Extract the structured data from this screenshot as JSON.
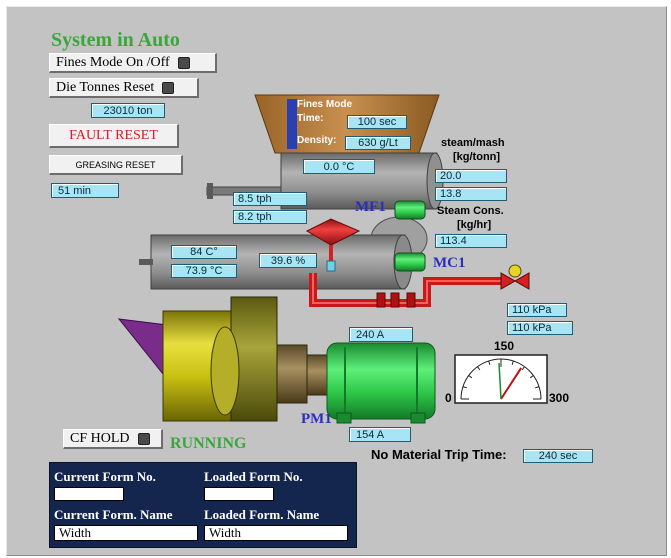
{
  "status": {
    "title": "System in Auto",
    "running": "RUNNING"
  },
  "buttons": {
    "fines_mode": "Fines Mode On /Off",
    "die_tonnes_reset": "Die Tonnes Reset",
    "fault_reset": "FAULT RESET",
    "greasing_reset": "GREASING RESET",
    "cf_hold": "CF HOLD"
  },
  "readouts": {
    "die_tonnes": "23010 ton",
    "greasing_time": "51 min",
    "conditioner_temp": "0.0 °C",
    "feeder_rate_sp": "8.5 tph",
    "feeder_rate_pv": "8.2 tph",
    "mixer_temp_sp": "84 C°",
    "mixer_temp_pv": "73.9 °C",
    "moisture": "39.6 %",
    "steam_mash_sp": "20.0",
    "steam_mash_pv": "13.8",
    "steam_cons": "113.4",
    "pressure_1": "110 kPa",
    "pressure_2": "110 kPa",
    "motor_amps_top": "240 A",
    "motor_amps_bottom": "154 A",
    "trip_time": "240 sec",
    "fines_time": "100 sec",
    "density": "630 g/Lt"
  },
  "labels": {
    "fines_mode_title": "Fines Mode",
    "time": "Time:",
    "density": "Density:",
    "steam_mash": "steam/mash",
    "kg_tonn": "[kg/tonn]",
    "steam_cons": "Steam Cons.",
    "kg_hr": "[kg/hr]",
    "no_material_trip_time": "No Material Trip Time:"
  },
  "equipment": {
    "mf1": "MF1",
    "mc1": "MC1",
    "pm1": "PM1"
  },
  "gauge": {
    "min": "0",
    "mid": "150",
    "max": "300",
    "needle_value": 205,
    "range_max": 300
  },
  "form": {
    "current_no_label": "Current Form No.",
    "loaded_no_label": "Loaded Form No.",
    "current_no": "",
    "loaded_no": "",
    "current_name_label": "Current Form. Name",
    "loaded_name_label": "Loaded Form. Name",
    "current_name": "Width",
    "loaded_name": "Width"
  },
  "colors": {
    "panel": "#c3c3c3",
    "readout": "#a7e4f4",
    "status_green": "#3ca63c",
    "steam_red": "#d42020",
    "motor_green": "#2ec84a",
    "pellet_mill_yellow": "#c8c010",
    "hopper_brown": "#b07a3a",
    "die_purple": "#7a2c8a",
    "tag_blue": "#2a2fb8",
    "form_navy": "#14254e"
  }
}
